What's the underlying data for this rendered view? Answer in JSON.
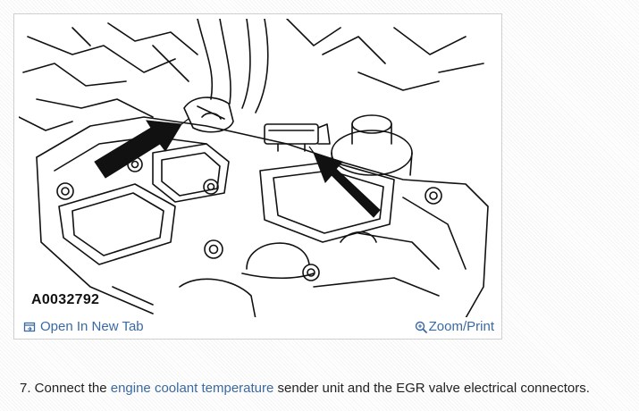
{
  "figure": {
    "code": "A0032792",
    "open_tab_label": "Open In New Tab",
    "zoom_label": "Zoom/Print"
  },
  "step": {
    "number_text": "7. Connect the ",
    "link_text": "engine coolant temperature",
    "rest_text": " sender unit and the EGR valve electrical connectors."
  },
  "icons": {
    "open_tab": "open-tab-icon",
    "zoom": "zoom-icon"
  },
  "colors": {
    "link": "#3a69a3",
    "text": "#222222"
  }
}
